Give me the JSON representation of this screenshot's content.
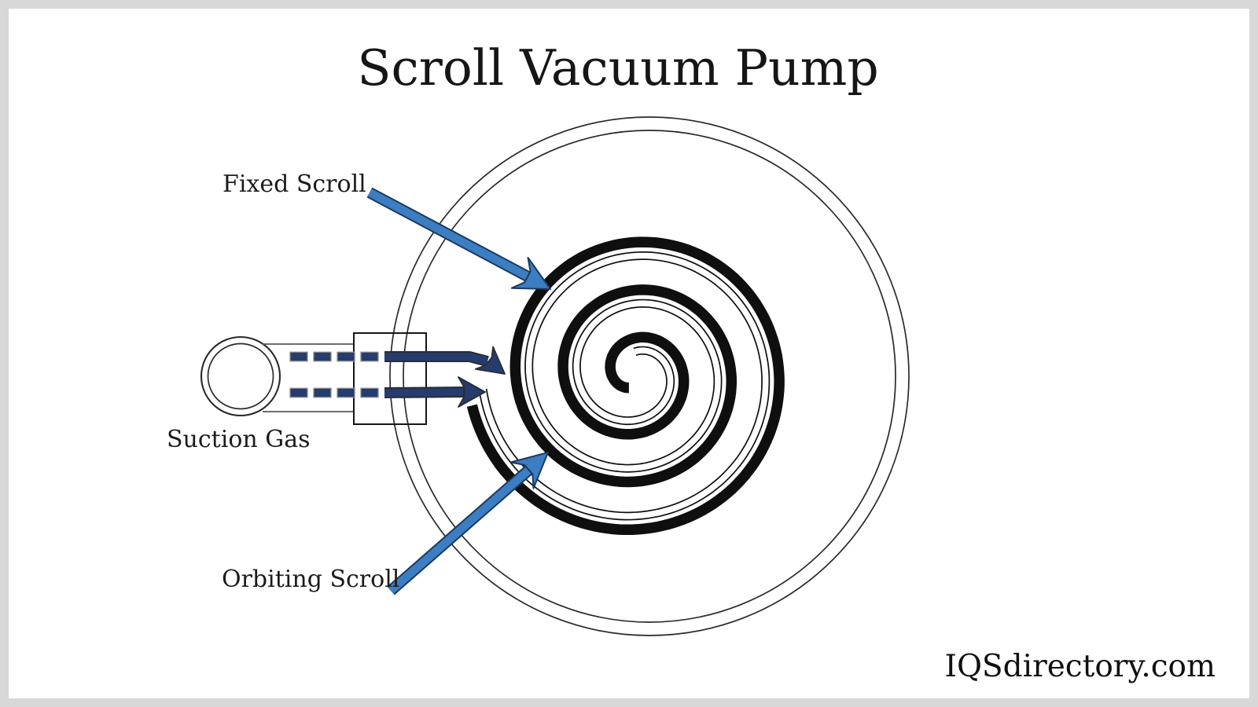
{
  "title": "Scroll Vacuum Pump",
  "watermark": "IQSdirectory.com",
  "labels": {
    "fixed_scroll": "Fixed Scroll",
    "suction_gas": "Suction Gas",
    "orbiting_scroll": "Orbiting Scroll"
  },
  "colors": {
    "arrow_blue": "#3d7dc1",
    "arrow_navy": "#253c6e",
    "outline_dark": "#1a3a60",
    "line_black": "#0f0f0f",
    "frame_gray": "#d8d8d8",
    "background": "#ffffff"
  }
}
